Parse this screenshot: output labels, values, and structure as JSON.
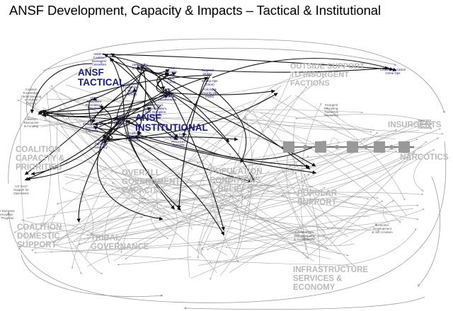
{
  "title": "ANSF Development, Capacity & Impacts – Tactical & Institutional",
  "regions": [
    {
      "id": "ansf-tactical",
      "lines": [
        "ANSF",
        "TACTICAL"
      ],
      "tone": "dark"
    },
    {
      "id": "ansf-institutional",
      "lines": [
        "ANSF",
        "INSTITUTIONAL"
      ],
      "tone": "dark"
    },
    {
      "id": "coalition-capacity",
      "lines": [
        "COALITION",
        "CAPACITY &",
        "PRIORITIES"
      ],
      "tone": "light"
    },
    {
      "id": "overall-government",
      "lines": [
        "OVERALL",
        "GOVERNMENT",
        "CAPACITY"
      ],
      "tone": "light"
    },
    {
      "id": "population-conditions",
      "lines": [
        "POPULATION",
        "CONDITIONS",
        "& BELIEFS"
      ],
      "tone": "light"
    },
    {
      "id": "outside-support",
      "lines": [
        "OUTSIDE SUPPORT",
        "TO INSURGENT",
        "FACTIONS"
      ],
      "tone": "light"
    },
    {
      "id": "insurgents",
      "lines": [
        "INSURGENTS"
      ],
      "tone": "light"
    },
    {
      "id": "narcotics",
      "lines": [
        "NARCOTICS"
      ],
      "tone": "light"
    },
    {
      "id": "popular-support",
      "lines": [
        "POPULAR",
        "SUPPORT"
      ],
      "tone": "light"
    },
    {
      "id": "coalition-domestic",
      "lines": [
        "COALITION",
        "DOMESTIC",
        "SUPPORT"
      ],
      "tone": "light"
    },
    {
      "id": "tribal-governance",
      "lines": [
        "TRIBAL",
        "GOVERNANCE"
      ],
      "tone": "light"
    },
    {
      "id": "infrastructure",
      "lines": [
        "INFRASTRUCTURE",
        "SERVICES &",
        "ECONOMY"
      ],
      "tone": "light"
    }
  ],
  "nodes": [
    {
      "id": "coalition-damages",
      "lines": [
        "ANSF &",
        "Coalition",
        "Damages/",
        "Casualties"
      ],
      "tone": "dark"
    },
    {
      "id": "isr-open-source",
      "lines": [
        "ISR / Open",
        "Source Ops"
      ],
      "tone": "dark"
    },
    {
      "id": "total-security-force",
      "lines": [
        "Total",
        "Security",
        "Force",
        "Ops",
        "Focus"
      ],
      "tone": "dark"
    },
    {
      "id": "targeted-strikes",
      "lines": [
        "Targeted",
        "Strikes"
      ],
      "tone": "dark"
    },
    {
      "id": "sweep-ops",
      "lines": [
        "Sweep Ops",
        "(Clear)"
      ],
      "tone": "dark"
    },
    {
      "id": "policing-security-ops",
      "lines": [
        "Policing &",
        "Security Ops",
        "(Hold)"
      ],
      "tone": "dark"
    },
    {
      "id": "ansf-unit-leadership",
      "lines": [
        "ANSF Unit",
        "Leadership",
        "& Tactical",
        "Capacity"
      ],
      "tone": "dark"
    },
    {
      "id": "ansf-capacity",
      "lines": [
        "ANSF",
        "Capacity,",
        "Priorities &",
        "Effectiveness"
      ],
      "tone": "dark"
    },
    {
      "id": "ansf-manpower",
      "lines": [
        "ANSF",
        "Manpower",
        "Recruiting &",
        "Retention"
      ],
      "tone": "dark"
    },
    {
      "id": "ansf-professionalism",
      "lines": [
        "ANSF Acct.",
        "Professionalism,",
        "Skill, Discipline,",
        "& Morale"
      ],
      "tone": "dark"
    },
    {
      "id": "ansf-institutional-capacity",
      "lines": [
        "ANSF",
        "Institutional &",
        "Execution",
        "Capacity"
      ],
      "tone": "dark"
    },
    {
      "id": "ansf-training",
      "lines": [
        "ANSF",
        "Training &",
        "Mentoring"
      ],
      "tone": "dark"
    },
    {
      "id": "ansf-funding",
      "lines": [
        "ANSF",
        "Funding",
        "Adequacy"
      ],
      "tone": "dark"
    },
    {
      "id": "corruption",
      "lines": [
        "Corruption &",
        "Tribalism",
        "Favoritism"
      ],
      "tone": "dark"
    },
    {
      "id": "rol-police",
      "lines": [
        "R.O.L. Police",
        "Execution &",
        "Perceived",
        "Fairness"
      ],
      "tone": "dark"
    },
    {
      "id": "counter-narcotics",
      "lines": [
        "Counter Narcotics/",
        "Crime Ops"
      ],
      "tone": "dark"
    },
    {
      "id": "coalition-knowledge",
      "lines": [
        "Coalition",
        "Knowledge/",
        "Understanding",
        "of Afghan",
        "Culture"
      ],
      "tone": "light"
    },
    {
      "id": "coalition-resources",
      "lines": [
        "Coalition",
        "Resources",
        "& Funding"
      ],
      "tone": "light"
    },
    {
      "id": "us-govt-support",
      "lines": [
        "US Gov't",
        "Support for",
        "Operations"
      ],
      "tone": "light"
    },
    {
      "id": "us-domestic",
      "lines": [
        "US Domestic",
        "Perception",
        "of Progress"
      ],
      "tone": "light"
    },
    {
      "id": "insurgent-recruiting",
      "lines": [
        "Insurgent",
        "Recruiting,",
        "Training &",
        "Mentoring"
      ],
      "tone": "light"
    },
    {
      "id": "narcotics-cultivation",
      "lines": [
        "Narcotics",
        "Cultivation",
        "Trafficking"
      ],
      "tone": "light"
    },
    {
      "id": "infra-development",
      "lines": [
        "Infrastructure",
        "Dev. Adequacy",
        "& Sustainability"
      ],
      "tone": "light"
    },
    {
      "id": "economic-dev",
      "lines": [
        "Economic",
        "Development",
        "& Job Creation"
      ],
      "tone": "light"
    }
  ]
}
